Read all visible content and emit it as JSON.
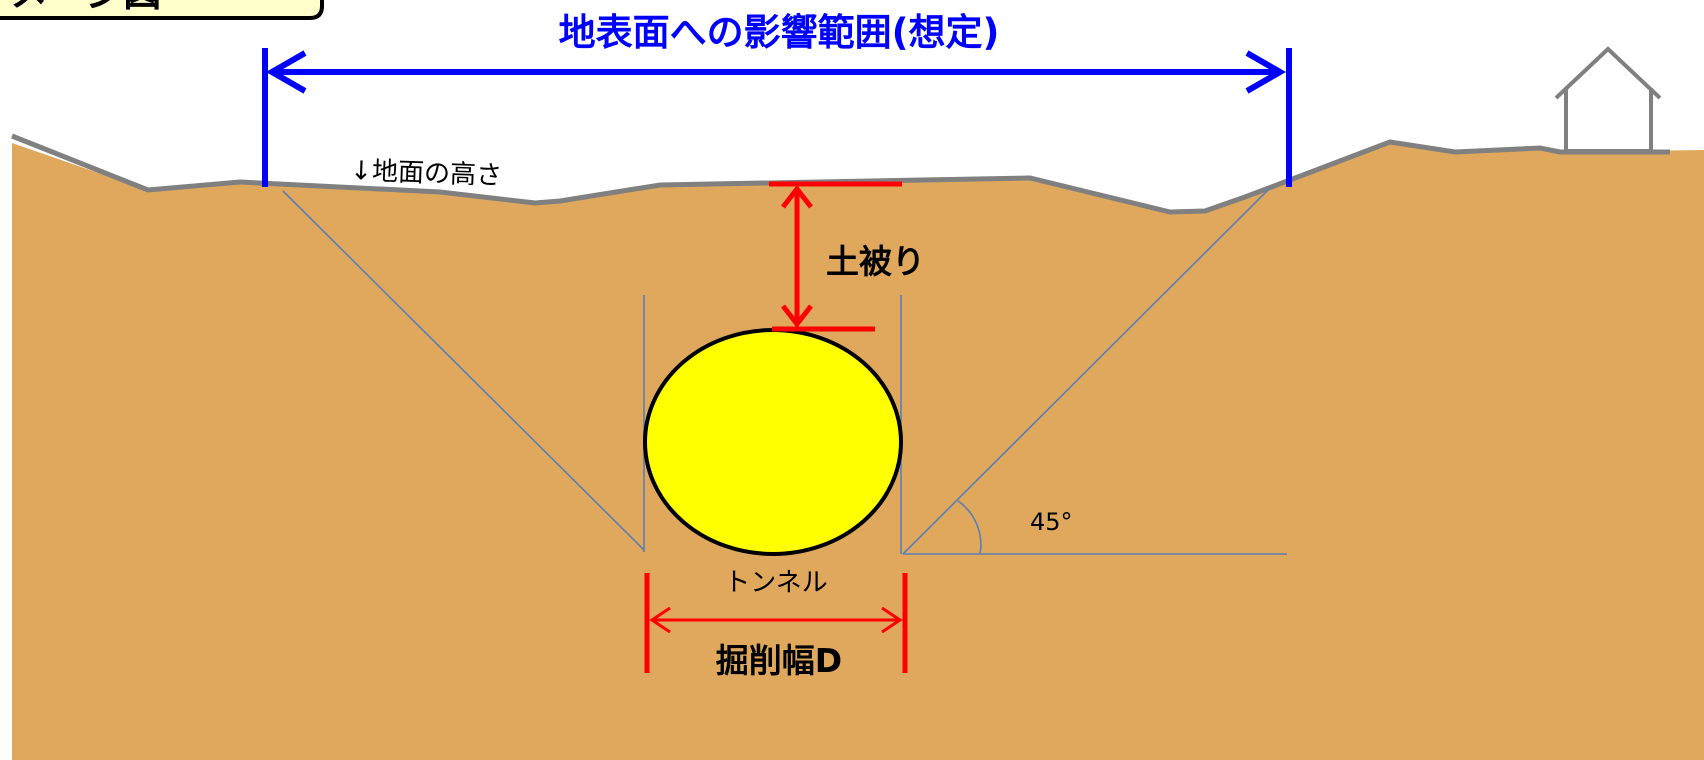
{
  "header_tab": {
    "text": "イメージ図"
  },
  "title": "地表面への影響範囲(想定)",
  "ground_label": "↓地面の高さ",
  "cover_label": "土被り",
  "tunnel_label": "トンネル",
  "width_label": "掘削幅D",
  "angle_label": "45°",
  "colors": {
    "soil": "#dfa85c",
    "ground_line": "#808080",
    "influence_arrow": "#0000ff",
    "dimension_red": "#ff0000",
    "tunnel_fill": "#ffff00",
    "guide_line": "#5b7fb5"
  },
  "icons": [
    "house-icon"
  ]
}
